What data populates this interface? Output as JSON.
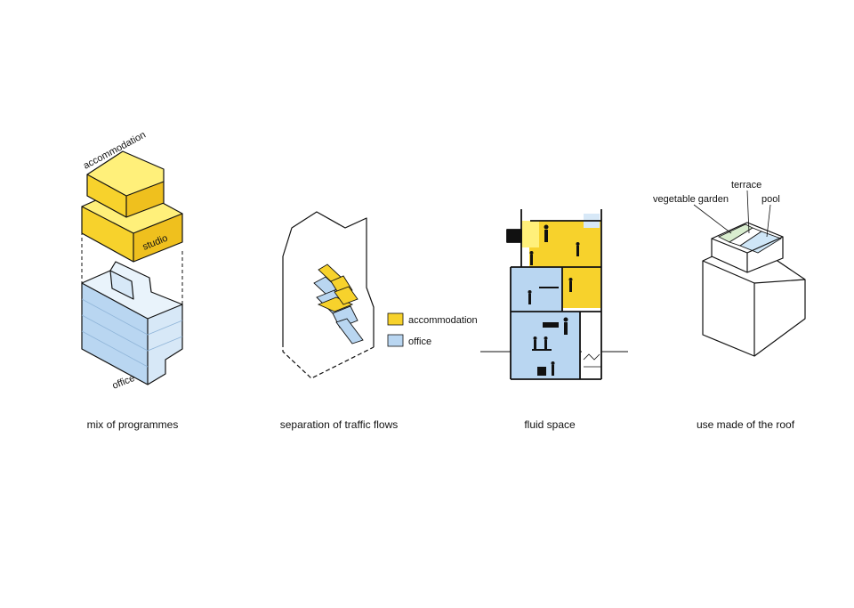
{
  "colors": {
    "accommodation_top": "#fff07a",
    "accommodation_left": "#f7d22c",
    "accommodation_right": "#efc01e",
    "office_top": "#e9f3fb",
    "office_left": "#b9d6f1",
    "office_right": "#d7e8f7",
    "garden": "#d9edcf",
    "pool": "#cfe6f7"
  },
  "panels": [
    {
      "caption": "mix of programmes",
      "labels": {
        "accommodation": "accommodation",
        "studio": "studio",
        "office": "office"
      }
    },
    {
      "caption": "separation of traffic flows",
      "legend": [
        {
          "label": "accommodation",
          "color": "#f7d22c"
        },
        {
          "label": "office",
          "color": "#b9d6f1"
        }
      ]
    },
    {
      "caption": "fluid space"
    },
    {
      "caption": "use made of the roof",
      "labels": {
        "garden": "vegetable garden",
        "terrace": "terrace",
        "pool": "pool"
      }
    }
  ]
}
